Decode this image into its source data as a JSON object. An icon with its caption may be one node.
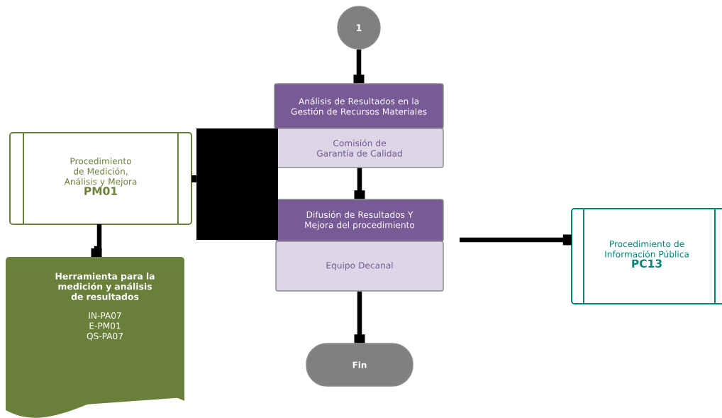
{
  "diagram": {
    "nodes": [
      {
        "text": [
          "1"
        ]
      },
      {
        "text": [
          "Análisis de Resultados  en la Gestión de Recursos Materiales"
        ]
      },
      {
        "text": [
          "Comisión de Garantía de Calidad"
        ]
      },
      {
        "text": [
          "Difusión de Resultados Y Mejora del procedimiento"
        ]
      },
      {
        "text": [
          "Equipo Decanal"
        ]
      },
      {
        "text": [
          "Fin"
        ]
      },
      {
        "text": [
          "Procedimiento de Medición, Análisis y Mejora",
          "PM01"
        ]
      },
      {
        "text": [
          "Herramienta para la medición y  análisis de resultados",
          "IN-PA07",
          "E-PM01",
          "QS-PA07"
        ]
      },
      {
        "text": [
          "Procedimiento de Información Pública",
          "PC13"
        ]
      },
      {
        "text": [],
        "shape": "box"
      }
    ],
    "edges": [
      {
        "from": 0,
        "to": 1,
        "arrow": "other"
      },
      {
        "from": 2,
        "to": 3,
        "arrow": "other"
      },
      {
        "from": 4,
        "to": 5,
        "arrow": "other"
      },
      {
        "from": 6,
        "to": 7,
        "arrow": "other"
      },
      {
        "from": 3,
        "to": 8,
        "arrow": "other"
      },
      {
        "from": 6,
        "to": 9,
        "arrow": "none"
      }
    ]
  }
}
